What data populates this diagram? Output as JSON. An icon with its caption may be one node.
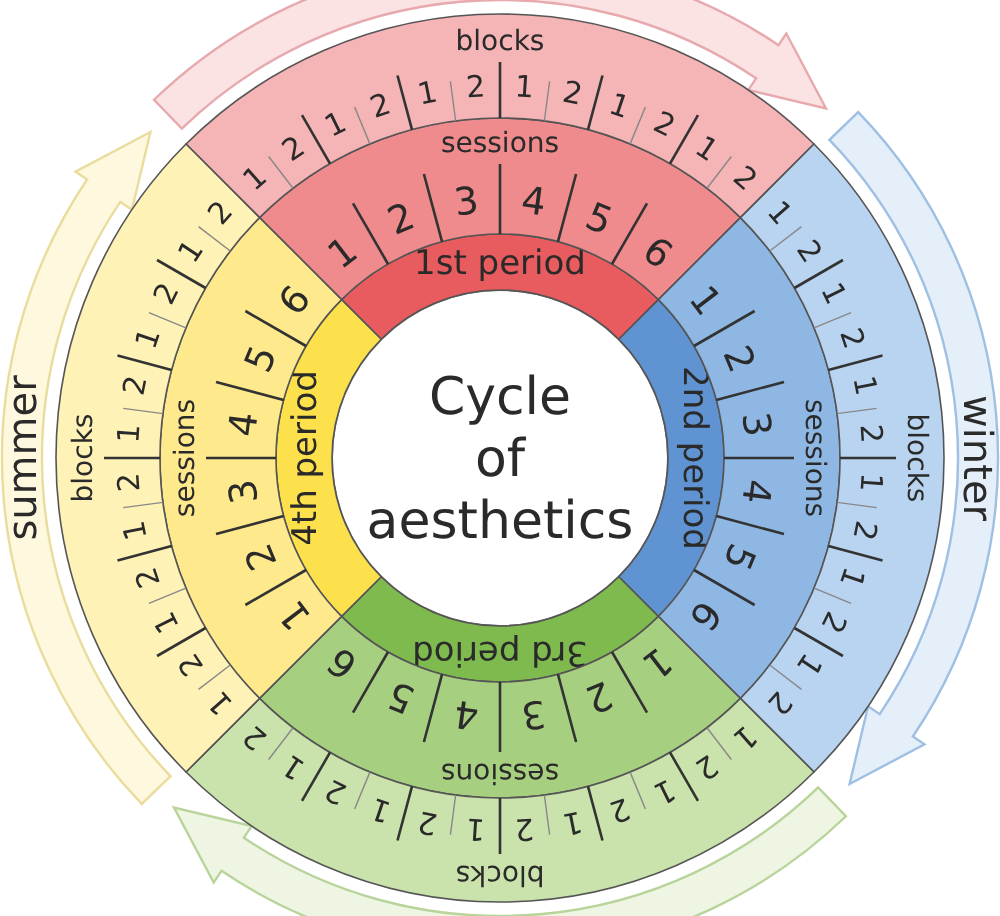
{
  "diagram": {
    "nodes": [
      {
        "text": [
          "Cycle of aesthetics"
        ]
      },
      {
        "text": [
          "1st period"
        ]
      },
      {
        "text": [
          "2nd period"
        ]
      },
      {
        "text": [
          "3rd period"
        ]
      },
      {
        "text": [
          "4th period"
        ]
      },
      {
        "text": [
          "sessions",
          "1",
          "2",
          "3",
          "4",
          "5",
          "6"
        ]
      },
      {
        "text": [
          "sessions",
          "1",
          "2",
          "3",
          "4",
          "5",
          "6"
        ]
      },
      {
        "text": [
          "sessions",
          "1",
          "2",
          "3",
          "4",
          "5",
          "6"
        ]
      },
      {
        "text": [
          "sessions",
          "1",
          "2",
          "3",
          "4",
          "5",
          "6"
        ]
      },
      {
        "text": [
          "blocks",
          "1",
          "2",
          "1",
          "2",
          "1",
          "2",
          "1",
          "2",
          "1",
          "2",
          "1",
          "2"
        ]
      },
      {
        "text": [
          "blocks",
          "1",
          "2",
          "1",
          "2",
          "1",
          "2",
          "1",
          "2",
          "1",
          "2",
          "1",
          "2"
        ]
      },
      {
        "text": [
          "blocks",
          "1",
          "2",
          "1",
          "2",
          "1",
          "2",
          "1",
          "2",
          "1",
          "2",
          "1",
          "2"
        ]
      },
      {
        "text": [
          "blocks",
          "1",
          "2",
          "1",
          "2",
          "1",
          "2",
          "1",
          "2",
          "1",
          "2",
          "1",
          "2"
        ]
      }
    ],
    "edges": [],
    "labels": [
      "summer",
      "winter"
    ]
  }
}
